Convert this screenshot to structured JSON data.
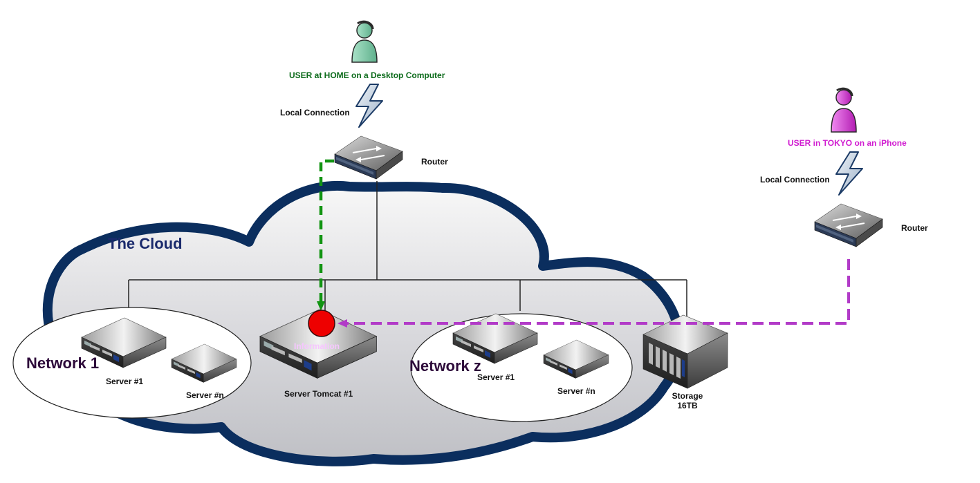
{
  "colors": {
    "cloud_outline": "#0b2e5e",
    "home_user": "#0c6b1b",
    "tokyo_user": "#d01bd0",
    "home_path": "#129412",
    "tokyo_path": "#b23bc8",
    "info_dot": "#ee0000",
    "info_text": "#f6c6ff",
    "network_label": "#2d0a3a",
    "cloud_label": "#1a2a6c"
  },
  "icons": {
    "home_user": "person-icon",
    "tokyo_user": "person-icon",
    "connection": "lightning-bolt-icon",
    "router": "router-icon",
    "server": "rack-server-icon",
    "storage": "storage-array-icon"
  },
  "labels": {
    "home_user": "USER at HOME on a Desktop Computer",
    "tokyo_user": "USER in TOKYO on an iPhone",
    "local_connection": "Local Connection",
    "router": "Router",
    "cloud": "The Cloud",
    "network1": "Network 1",
    "networkz": "Network z",
    "server1": "Server #1",
    "servern": "Server #n",
    "tomcat": "Server Tomcat #1",
    "information": "Information",
    "storage_line1": "Storage",
    "storage_line2": "16TB"
  }
}
